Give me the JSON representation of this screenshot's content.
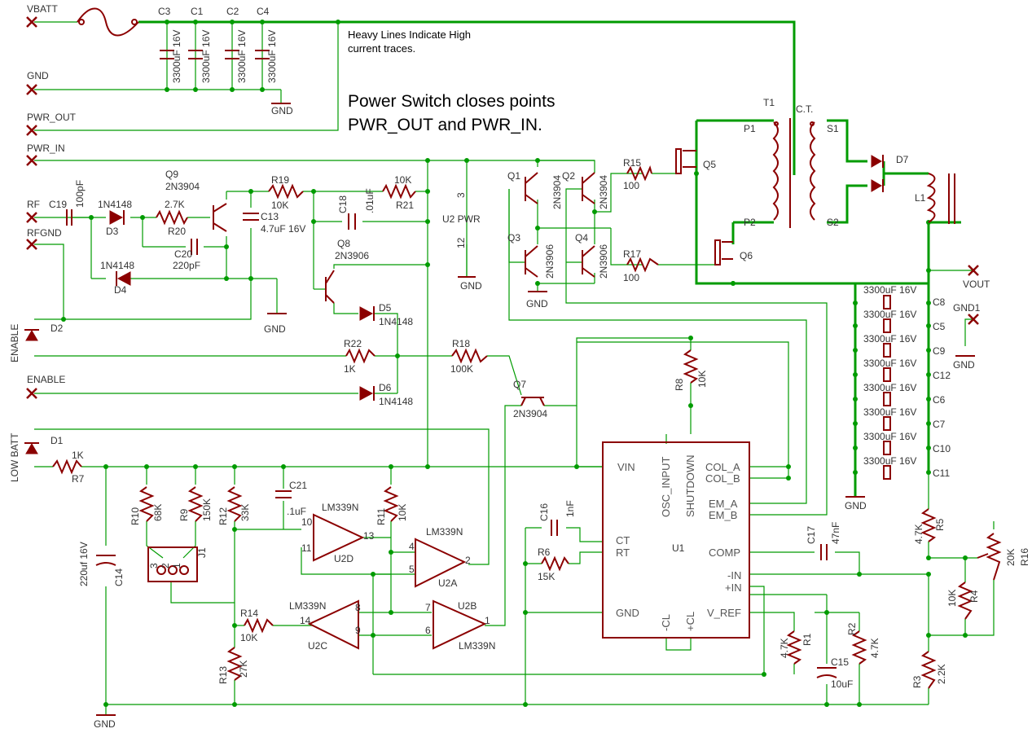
{
  "notes": {
    "heavy_line1": "Heavy Lines Indicate High",
    "heavy_line2": "current traces.",
    "power_line1": "Power Switch closes points",
    "power_line2": "PWR_OUT and PWR_IN."
  },
  "nets": {
    "vbatt": "VBATT",
    "gnd": "GND",
    "pwr_out": "PWR_OUT",
    "pwr_in": "PWR_IN",
    "rf": "RF",
    "rfgnd": "RFGND",
    "enable": "ENABLE",
    "low_batt": "LOW BATT",
    "vout": "VOUT",
    "gnd1": "GND1"
  },
  "components": {
    "c3": "C3",
    "c1": "C1",
    "c2": "C2",
    "c4": "C4",
    "bulk_cap": "3300uF 16V",
    "c19": "C19",
    "c19_val": "100pF",
    "d3": "D3",
    "d3_val": "1N4148",
    "d4": "D4",
    "d4_val": "1N4148",
    "r20": "R20",
    "r20_val": "2.7K",
    "c20": "C20",
    "c20_val": "220pF",
    "q9": "Q9",
    "q9_val": "2N3904",
    "r19": "R19",
    "r19_val": "10K",
    "c13": "C13",
    "c13_val": "4.7uF 16V",
    "c18": "C18",
    "c18_val": ".01uF",
    "r21": "R21",
    "r21_val": "10K",
    "q8": "Q8",
    "q8_val": "2N3906",
    "d5": "D5",
    "d5_val": "1N4148",
    "d2": "D2",
    "d1": "D1",
    "r22": "R22",
    "r22_val": "1K",
    "d6": "D6",
    "d6_val": "1N4148",
    "r18": "R18",
    "r18_val": "100K",
    "q7": "Q7",
    "q7_val": "2N3904",
    "r8": "R8",
    "r8_val": "10K",
    "u2": "U2 PWR",
    "u2_pin3": "3",
    "u2_pin12": "12",
    "q1": "Q1",
    "q2": "Q2",
    "q3": "Q3",
    "q4": "Q4",
    "npn": "2N3904",
    "pnp": "2N3906",
    "r15": "R15",
    "r15_val": "100",
    "r17": "R17",
    "r17_val": "100",
    "q5": "Q5",
    "q6": "Q6",
    "t1": "T1",
    "ct": "C.T.",
    "p1": "P1",
    "p2": "P2",
    "s1": "S1",
    "s2": "S2",
    "d7": "D7",
    "l1": "L1",
    "c8": "C8",
    "c5": "C5",
    "c9": "C9",
    "c12": "C12",
    "c6": "C6",
    "c7": "C7",
    "c10": "C10",
    "c11": "C11",
    "r7": "R7",
    "r7_val": "1K",
    "c14": "C14",
    "c14_val": "220uf 16V",
    "r10": "R10",
    "r10_val": "68K",
    "r9": "R9",
    "r9_val": "150K",
    "r12": "R12",
    "r12_val": "33K",
    "j1": "J1",
    "j1_p1": "1",
    "j1_p2": "2",
    "j1_p3": "3",
    "c21": "C21",
    "c21_val": ".1uF",
    "r11": "R11",
    "r11_val": "10K",
    "u2d": "U2D",
    "u2a": "U2A",
    "u2b": "U2B",
    "u2c": "U2C",
    "lm339n": "LM339N",
    "r14": "R14",
    "r14_val": "10K",
    "r13": "R13",
    "r13_val": "27K",
    "c16": "C16",
    "c16_val": "1nF",
    "r6": "R6",
    "r6_val": "15K",
    "u1": "U1",
    "c17": "C17",
    "c17_val": "47nF",
    "r1": "R1",
    "r1_val": "4.7K",
    "r2": "R2",
    "r2_val": "4.7K",
    "c15": "C15",
    "c15_val": "10uF",
    "r5": "R5",
    "r5_val": "4.7K",
    "r16": "R16",
    "r16_val": "20K",
    "r4": "R4",
    "r4_val": "10K",
    "r3": "R3",
    "r3_val": "2.2K"
  },
  "pins": {
    "vin": "VIN",
    "osc": "OSC_INPUT",
    "shutdown": "SHUTDOWN",
    "col_a": "COL_A",
    "col_b": "COL_B",
    "em_a": "EM_A",
    "em_b": "EM_B",
    "ct": "CT",
    "rt": "RT",
    "comp": "COMP",
    "inm": "-IN",
    "inp": "+IN",
    "gnd": "GND",
    "cl_m": "-CL",
    "cl_p": "+CL",
    "vref": "V_REF",
    "op10": "10",
    "op11": "11",
    "op13": "13",
    "op4": "4",
    "op5": "5",
    "op2": "2",
    "op7": "7",
    "op6": "6",
    "op1": "1",
    "op8": "8",
    "op9": "9",
    "op14": "14",
    "minus": "-",
    "plus": "+"
  },
  "colors": {
    "wire": "#009b00",
    "part": "#8b0000",
    "text": "#333333"
  }
}
